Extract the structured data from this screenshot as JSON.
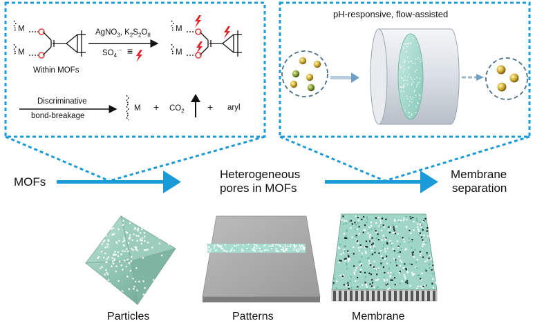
{
  "reaction": {
    "metal_symbol": "M",
    "reagent_line1_html": "AgNO<sub>3</sub>, K<sub>2</sub>S<sub>2</sub>O<sub>8</sub>",
    "reagent_line2_html": "SO<sub>4</sub><sup>·−</sup>",
    "equiv_symbol": "≡",
    "within_label": "Within MOFs",
    "discriminative_line1": "Discriminative",
    "discriminative_line2": "bond-breakage",
    "plus": "+",
    "co2_html": "CO<sub>2</sub>",
    "aryl": "aryl"
  },
  "separation": {
    "title": "pH-responsive, flow-assisted"
  },
  "flow": {
    "step1": "MOFs",
    "step2_line1": "Heterogeneous",
    "step2_line2": "pores in MOFs",
    "step3_line1": "Membrane",
    "step3_line2": "separation"
  },
  "captions": {
    "particles": "Particles",
    "patterns": "Patterns",
    "membrane": "Membrane"
  },
  "colors": {
    "dash_blue": "#1b9ad6",
    "arrow_blue": "#1a9ad6",
    "mof_green": "#9ed4c4",
    "bolt_red": "#e0262a",
    "oxygen_red": "#e03a3a",
    "gold": "#d4b23a",
    "olive": "#8aa43a"
  }
}
